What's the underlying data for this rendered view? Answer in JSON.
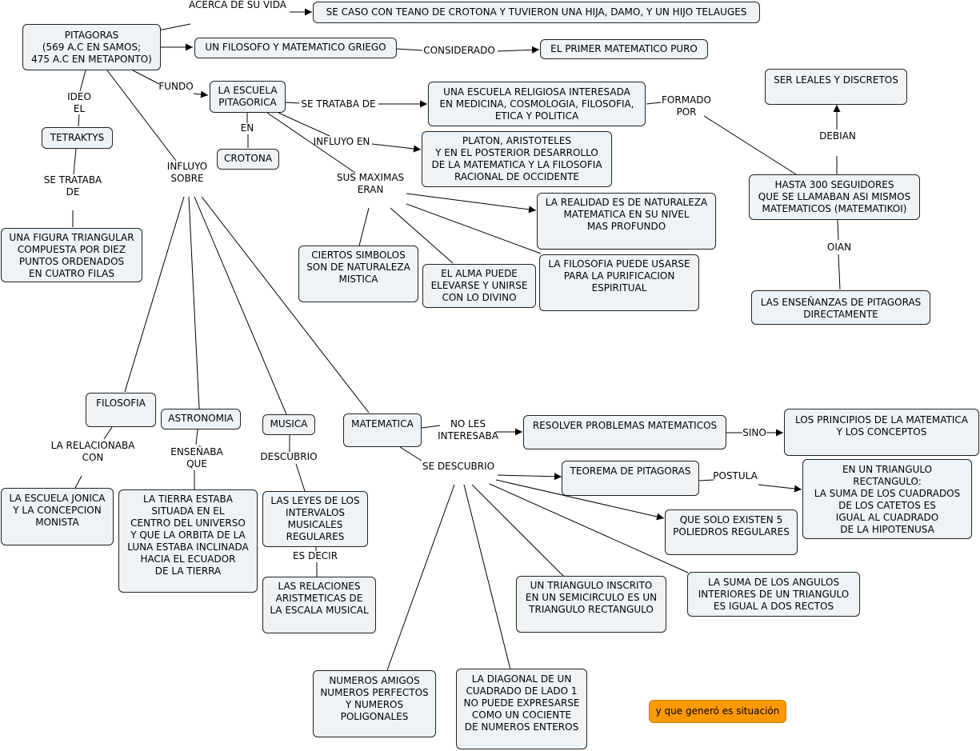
{
  "concepts": {
    "pitagoras": "PITAGORAS\n(569 A.C EN SAMOS;\n475 A.C EN METAPONTO)",
    "se_caso": "SE CASO CON TEANO DE CROTONA Y TUVIERON UNA HIJA, DAMO, Y UN HIJO TELAUGES",
    "filosofo": "UN FILOSOFO Y MATEMATICO GRIEGO",
    "primer_mat": "EL PRIMER MATEMATICO PURO",
    "escuela": "LA ESCUELA\nPITAGORICA",
    "crotona": "CROTONA",
    "escuela_religiosa": "UNA ESCUELA RELIGIOSA INTERESADA\nEN MEDICINA, COSMOLOGIA, FILOSOFIA,\nETICA Y POLITICA",
    "platon": "PLATON, ARISTOTELES\nY EN EL POSTERIOR DESARROLLO\nDE LA MATEMATICA Y LA FILOSOFIA\nRACIONAL DE OCCIDENTE",
    "leales": "SER LEALES Y DISCRETOS",
    "seguidores": "HASTA 300 SEGUIDORES\nQUE SE LLAMABAN ASI MISMOS\nMATEMATICOS (MATEMATIKOI)",
    "ensenanzas": "LAS ENSEÑANZAS DE PITAGORAS\nDIRECTAMENTE",
    "tetraktys": "TETRAKTYS",
    "figura": "UNA FIGURA TRIANGULAR\nCOMPUESTA POR DIEZ\nPUNTOS ORDENADOS\nEN CUATRO FILAS",
    "realidad": "LA REALIDAD ES DE NATURALEZA\nMATEMATICA EN SU NIVEL\nMAS PROFUNDO",
    "simbolos": "CIERTOS SIMBOLOS\nSON DE NATURALEZA\nMISTICA",
    "alma": "EL ALMA PUEDE\nELEVARSE Y UNIRSE\nCON LO DIVINO",
    "filosofia_puede": "LA FILOSOFIA PUEDE USARSE\nPARA LA PURIFICACION\nESPIRITUAL",
    "filosofia": "FILOSOFIA",
    "astronomia": "ASTRONOMIA",
    "musica": "MUSICA",
    "matematica": "MATEMATICA",
    "jonica": "LA ESCUELA JONICA\nY LA CONCEPCION\nMONISTA",
    "tierra": "LA TIERRA ESTABA\nSITUADA EN EL\nCENTRO DEL UNIVERSO\nY QUE LA ORBITA DE LA\nLUNA ESTABA INCLINADA\nHACIA EL ECUADOR\nDE LA TIERRA",
    "leyes": "LAS LEYES DE LOS\nINTERVALOS\nMUSICALES\nREGULARES",
    "relaciones": "LAS RELACIONES\nARISTMETICAS DE\nLA ESCALA MUSICAL",
    "resolver": "RESOLVER PROBLEMAS MATEMATICOS",
    "principios": "LOS PRINCIPIOS DE LA MATEMATICA\nY LOS CONCEPTOS",
    "teorema": "TEOREMA DE PITAGORAS",
    "triangulo_rect": "EN UN TRIANGULO\nRECTANGULO:\nLA SUMA DE LOS CUADRADOS\nDE LOS CATETOS ES\nIGUAL AL CUADRADO\nDE LA HIPOTENUSA",
    "poliedros": "QUE SOLO EXISTEN 5\nPOLIEDROS REGULARES",
    "suma_angulos": "LA SUMA DE LOS ANGULOS\nINTERIORES DE UN TRIANGULO\nES IGUAL A DOS RECTOS",
    "inscrito": "UN TRIANGULO INSCRITO\nEN UN SEMICIRCULO ES UN\nTRIANGULO RECTANGULO",
    "numeros": "NUMEROS AMIGOS\nNUMEROS PERFECTOS\nY NUMEROS\nPOLIGONALES",
    "diagonal": "LA DIAGONAL DE UN\nCUADRADO DE LADO 1\nNO PUEDE EXPRESARSE\nCOMO UN COCIENTE\nDE NUMEROS ENTEROS",
    "situacion": "y que generó es situación"
  },
  "linking_phrases": {
    "acerca": "ACERCA DE SU VIDA",
    "considerado": "CONSIDERADO",
    "fundo": "FUNDO",
    "se_trataba_de": "SE TRATABA DE",
    "en": "EN",
    "influyo_en": "INFLUYO EN",
    "formado_por": "FORMADO\nPOR",
    "debian": "DEBIAN",
    "oian": "OIAN",
    "ideo_el": "IDEO\nEL",
    "se_trataba_de2": "SE TRATABA\nDE",
    "influyo_sobre": "INFLUYO\nSOBRE",
    "sus_maximas": "SUS MAXIMAS\nERAN",
    "la_relacionaba": "LA RELACIONABA\nCON",
    "ensenaba": "ENSEÑABA\nQUE",
    "descubrio": "DESCUBRIO",
    "es_decir": "ES DECIR",
    "no_les": "NO LES\nINTERESABA",
    "sino": "SINO",
    "se_descubrio": "SE DESCUBRIO",
    "postula": "POSTULA"
  },
  "colors": {
    "node_fill": "#edf3f6",
    "node_border": "#222222",
    "highlight_fill": "#ff9900",
    "line": "#000000"
  }
}
